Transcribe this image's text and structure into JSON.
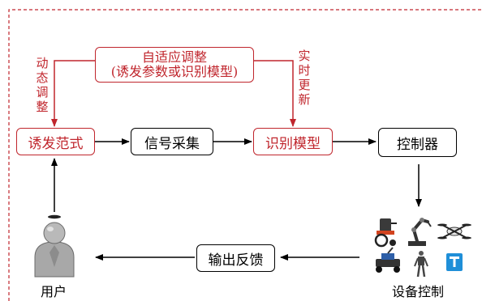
{
  "nodes": {
    "induction_paradigm": "诱发范式",
    "signal_acquisition": "信号采集",
    "recognition_model": "识别模型",
    "controller": "控制器",
    "output_feedback": "输出反馈",
    "device_control": "设备控制",
    "user": "用户"
  },
  "adaptive_box": {
    "line1": "自适应调整",
    "line2": "(诱发参数或识别模型)"
  },
  "side_labels": {
    "dynamic_adjust": "动态调整",
    "realtime_update": "实时更新"
  },
  "colors": {
    "accent_red": "#c0262d",
    "line_black": "#000000"
  },
  "device_icons": [
    "wheelchair-icon",
    "robot-arm-icon",
    "drone-icon",
    "robot-car-icon",
    "humanoid-robot-icon",
    "app-icon"
  ]
}
